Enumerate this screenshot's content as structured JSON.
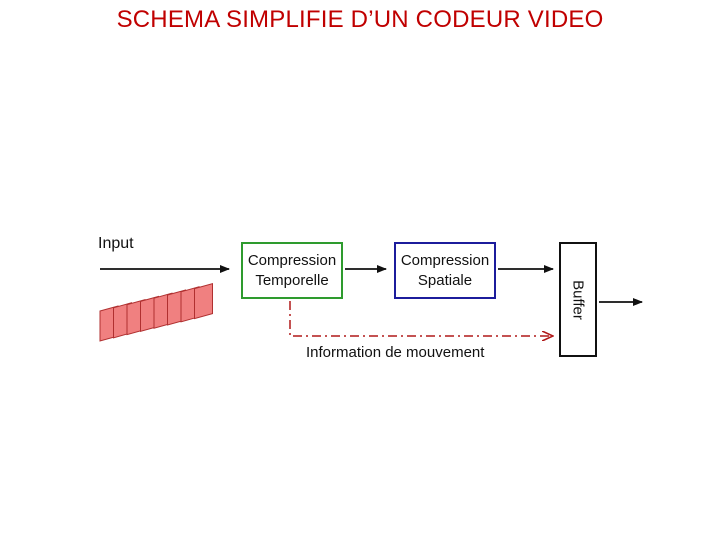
{
  "title": "SCHEMA SIMPLIFIE D’UN CODEUR VIDEO",
  "input_label": "Input",
  "blocks": {
    "temporal": {
      "line1": "Compression",
      "line2": "Temporelle"
    },
    "spatial": {
      "line1": "Compression",
      "line2": "Spatiale"
    },
    "buffer": "Buffer"
  },
  "motion_label": "Information de mouvement",
  "colors": {
    "title": "#c00000",
    "temporal_border": "#2e9b2e",
    "spatial_border": "#1c1c9c",
    "motion_line": "#b01818",
    "frames_fill": "#f08080"
  },
  "frame_count": 8
}
